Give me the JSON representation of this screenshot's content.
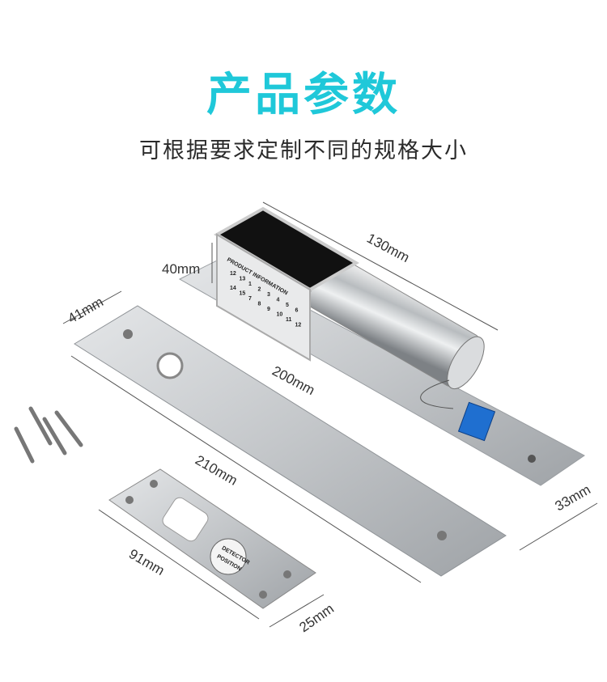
{
  "header": {
    "title": "产品参数",
    "subtitle": "可根据要求定制不同的规格大小",
    "title_color": "#1fc8d9"
  },
  "product": {
    "label_panel": {
      "heading": "PRODUCT INFORMATION",
      "cells": [
        "12",
        "13",
        "1",
        "2",
        "3",
        "4",
        "5",
        "6",
        "14",
        "15",
        "7",
        "8",
        "9",
        "10",
        "11",
        "12"
      ]
    },
    "strike_plate_label": [
      "DETECTOR",
      "POSITION"
    ]
  },
  "dimensions": {
    "bolt_length": "130mm",
    "bolt_height": "40mm",
    "plate_width": "41mm",
    "base_length": "200mm",
    "plate_length": "210mm",
    "base_width": "33mm",
    "strike_length": "91mm",
    "strike_width": "25mm"
  }
}
